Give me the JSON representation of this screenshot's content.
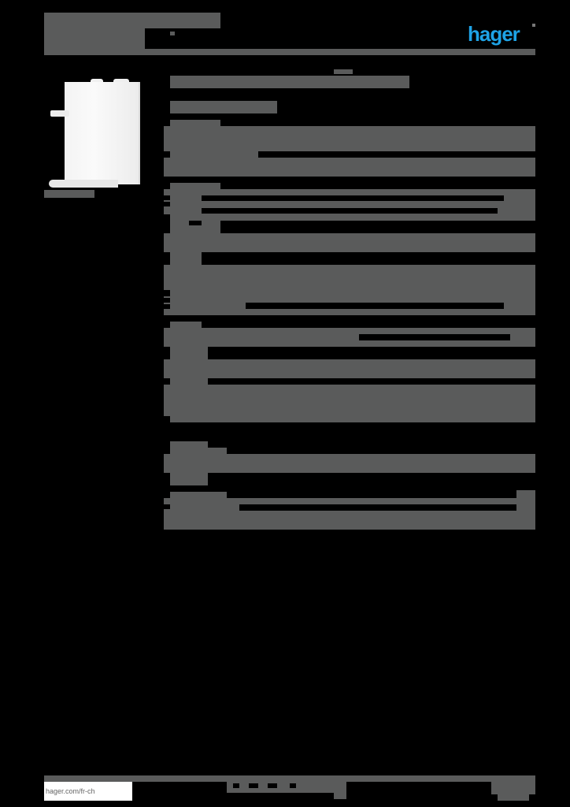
{
  "document": {
    "type": "product datasheet",
    "content_state": "text redacted (rendered as gray blocks)"
  },
  "header": {
    "title_redacted": true,
    "subtitle_redacted": true,
    "logo": {
      "text": "hager",
      "color": "#1ea3e6"
    }
  },
  "product_panel": {
    "image": "white plastic module / housing component",
    "caption_redacted": true
  },
  "sections": [
    {
      "name": "intro-title",
      "redacted": true
    },
    {
      "name": "intro-subtitle",
      "redacted": true
    },
    {
      "name": "section-1",
      "rows": 3,
      "redacted": true
    },
    {
      "name": "section-2",
      "rows": 4,
      "redacted": true
    },
    {
      "name": "section-3",
      "rows": 2,
      "redacted": true
    },
    {
      "name": "section-4",
      "rows": 5,
      "redacted": true
    },
    {
      "name": "section-5",
      "rows": 2,
      "redacted": true
    },
    {
      "name": "section-6",
      "rows": 2,
      "redacted": true
    },
    {
      "name": "section-7",
      "rows": 3,
      "redacted": true
    },
    {
      "name": "section-8",
      "rows": 3,
      "redacted": true
    },
    {
      "name": "section-9",
      "rows": 3,
      "redacted": true
    }
  ],
  "footer": {
    "link_text": "hager.com/fr-ch",
    "center_redacted": true,
    "page_info_redacted": true
  },
  "colors": {
    "background": "#000000",
    "redaction_block": "#5a5b5b",
    "brand_blue": "#1ea3e6"
  }
}
